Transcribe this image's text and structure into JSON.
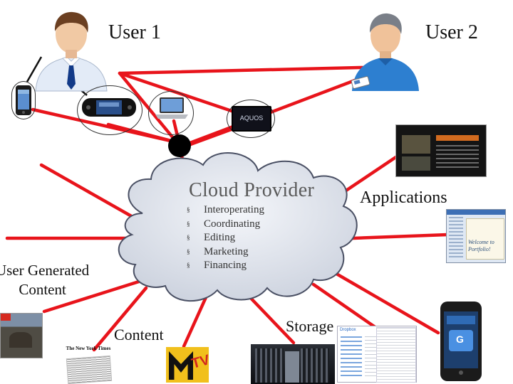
{
  "users": [
    {
      "label": "User 1"
    },
    {
      "label": "User 2"
    }
  ],
  "cloud": {
    "title": "Cloud Provider",
    "services": [
      "Interoperating",
      "Coordinating",
      "Editing",
      "Marketing",
      "Financing"
    ],
    "bullet_glyph": "§"
  },
  "labels": {
    "applications": "Applications",
    "user_generated_line1": "User Generated",
    "user_generated_line2": "Content",
    "content": "Content",
    "storage": "Storage"
  },
  "devices": {
    "tv_brand": "AQUOS",
    "newspaper_masthead": "The New York Times",
    "app_card_title": "Welcome to",
    "app_card_sub": "Portfolio!",
    "phone_badge": "G",
    "tv_logo": "TV",
    "storage_brand": "Dropbox"
  },
  "colors": {
    "link": "#e8141b",
    "cloud_fill": "#d9dde6",
    "cloud_stroke": "#4a5064",
    "hub": "#000000",
    "shirt": "#dfe9f8",
    "tie": "#123a88",
    "user2_shirt": "#2d7fd0"
  }
}
